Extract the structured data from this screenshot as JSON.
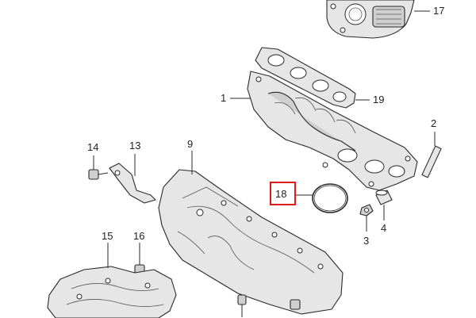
{
  "callouts": {
    "p1": "1",
    "p2": "2",
    "p3": "3",
    "p4": "4",
    "p9": "9",
    "p13": "13",
    "p14": "14",
    "p15": "15",
    "p16": "16",
    "p17": "17",
    "p18": "18",
    "p19": "19"
  },
  "highlight_color": "#e0191b"
}
